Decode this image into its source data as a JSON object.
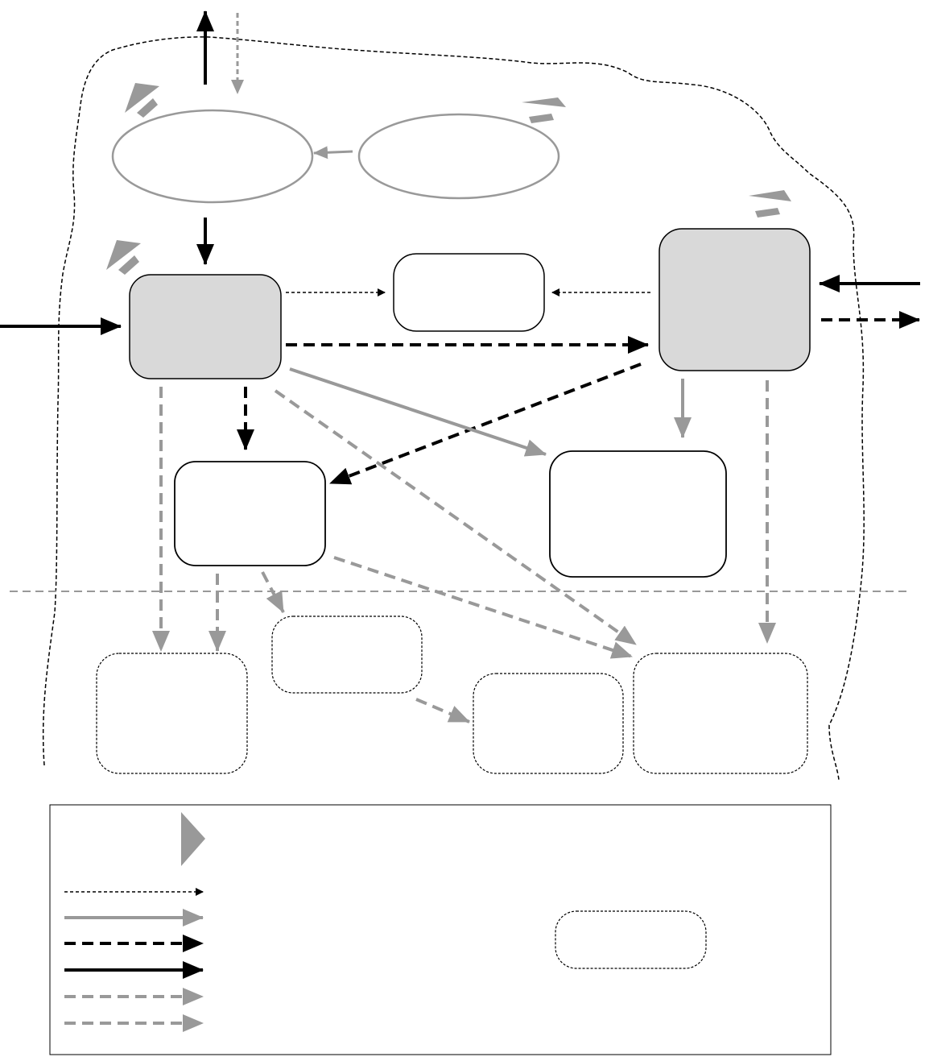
{
  "diagram": {
    "boundary": {
      "style": "dashed-irregular",
      "color": "#000000"
    },
    "divider": {
      "style": "dashed",
      "color": "#999999"
    },
    "nodes": [
      {
        "id": "ellipse-left",
        "shape": "ellipse",
        "fill": "#ffffff",
        "stroke": "#999999"
      },
      {
        "id": "ellipse-right",
        "shape": "ellipse",
        "fill": "#ffffff",
        "stroke": "#999999"
      },
      {
        "id": "box-gray-left",
        "shape": "rounded-rect",
        "fill": "#d9d9d9",
        "stroke": "#000000"
      },
      {
        "id": "box-top-center",
        "shape": "rounded-rect",
        "fill": "#ffffff",
        "stroke": "#000000"
      },
      {
        "id": "box-gray-right",
        "shape": "rounded-rect",
        "fill": "#d9d9d9",
        "stroke": "#000000"
      },
      {
        "id": "box-mid-left",
        "shape": "rounded-rect",
        "fill": "#ffffff",
        "stroke": "#000000"
      },
      {
        "id": "box-mid-right",
        "shape": "rounded-rect",
        "fill": "#ffffff",
        "stroke": "#000000"
      },
      {
        "id": "box-dotted-bottom-left",
        "shape": "rounded-rect",
        "fill": "#ffffff",
        "stroke": "#000000",
        "border": "dotted"
      },
      {
        "id": "box-dotted-small-center",
        "shape": "rounded-rect",
        "fill": "#ffffff",
        "stroke": "#000000",
        "border": "dotted"
      },
      {
        "id": "box-dotted-bottom-center",
        "shape": "rounded-rect",
        "fill": "#ffffff",
        "stroke": "#000000",
        "border": "dotted"
      },
      {
        "id": "box-dotted-bottom-right",
        "shape": "rounded-rect",
        "fill": "#ffffff",
        "stroke": "#000000",
        "border": "dotted"
      }
    ],
    "legend": {
      "line_styles": [
        "thin-dotted-black",
        "solid-gray",
        "thick-dashed-black",
        "solid-black",
        "dashed-gray",
        "dashed-gray-alt"
      ]
    },
    "colors": {
      "black": "#000000",
      "gray": "#999999",
      "fill_gray": "#d9d9d9",
      "white": "#ffffff"
    }
  }
}
